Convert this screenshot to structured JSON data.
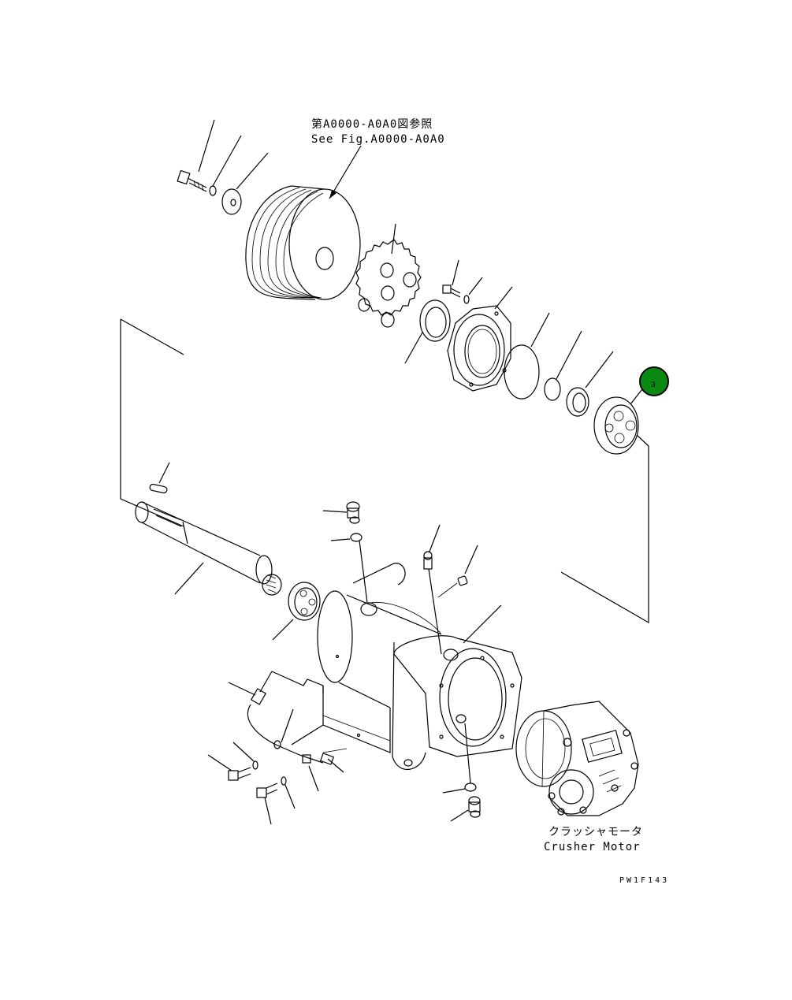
{
  "diagram": {
    "ref_label_jp": "第A0000-A0A0図参照",
    "ref_label_en": "See Fig.A0000-A0A0",
    "motor_label_jp": "クラッシャモータ",
    "motor_label_en": "Crusher Motor",
    "figure_id": "PW1F143",
    "highlight_callout": "3",
    "colors": {
      "highlight": "#0a8a12",
      "line": "#000000"
    }
  }
}
